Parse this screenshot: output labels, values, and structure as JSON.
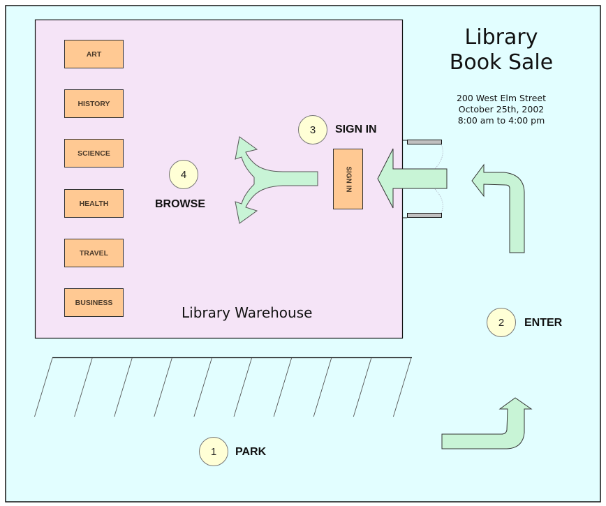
{
  "title": {
    "line1": "Library",
    "line2": "Book Sale"
  },
  "event_info": {
    "address": "200 West Elm Street",
    "date": "October 25th, 2002",
    "hours": "8:00 am to 4:00 pm"
  },
  "warehouse": {
    "label": "Library Warehouse",
    "sections": [
      "ART",
      "HISTORY",
      "SCIENCE",
      "HEALTH",
      "TRAVEL",
      "BUSINESS"
    ],
    "signin_desk_label": "SIGN IN"
  },
  "steps": [
    {
      "number": "1",
      "label": "PARK"
    },
    {
      "number": "2",
      "label": "ENTER"
    },
    {
      "number": "3",
      "label": "SIGN IN"
    },
    {
      "number": "4",
      "label": "BROWSE"
    }
  ],
  "colors": {
    "background": "#e2feff",
    "warehouse_fill": "#f5e4f7",
    "section_fill": "#ffc993",
    "step_circle_fill": "#ffffd6",
    "arrow_fill": "#c8f4d6",
    "door_fill": "#c0c0c0"
  }
}
